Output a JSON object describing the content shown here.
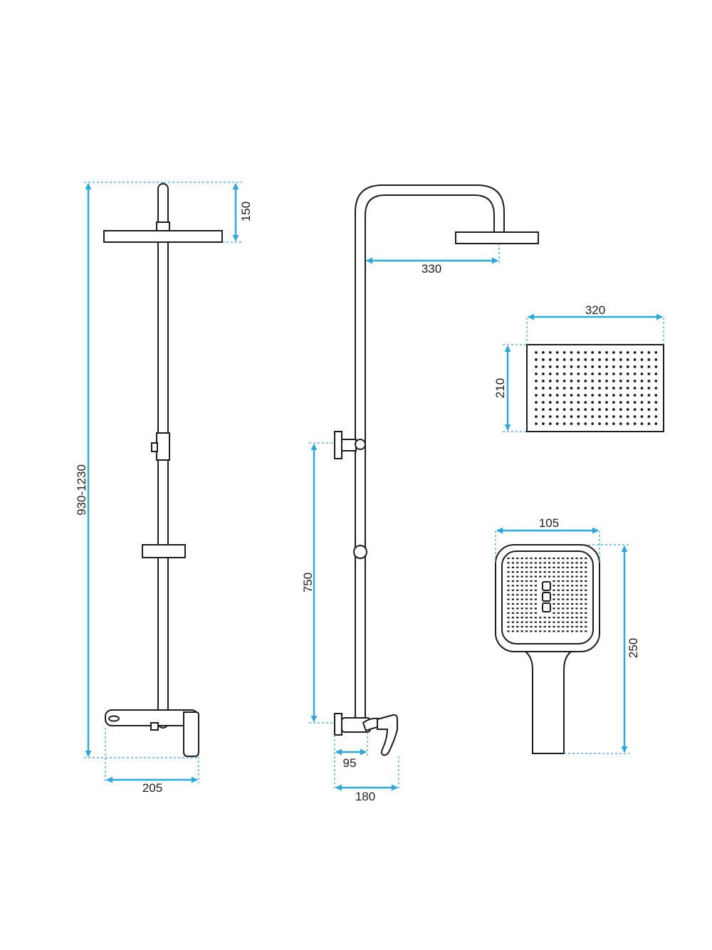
{
  "colors": {
    "dimension": "#29a9e1",
    "outline": "#1d1d1b",
    "background": "#ffffff"
  },
  "dimensions": {
    "total_height": "930-1230",
    "head_drop": "150",
    "mixer_width": "205",
    "arm_reach": "330",
    "inlet_height": "750",
    "inlet_offset": "95",
    "mixer_depth": "180",
    "head_width": "320",
    "head_depth": "210",
    "hand_width": "105",
    "hand_length": "250"
  }
}
